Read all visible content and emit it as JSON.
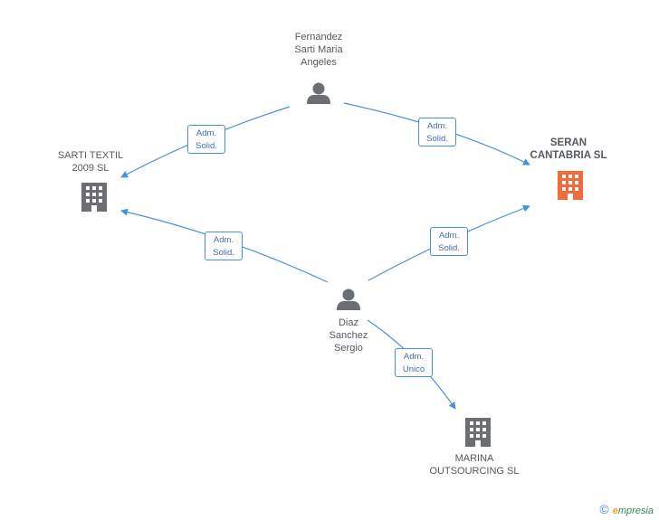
{
  "nodes": {
    "fernandez": {
      "label": "Fernandez\nSarti Maria\nAngeles",
      "type": "person"
    },
    "sarti_textil": {
      "label": "SARTI TEXTIL\n2009 SL",
      "type": "company"
    },
    "seran": {
      "label": "SERAN\nCANTABRIA SL",
      "type": "company",
      "highlight_color": "#f26b3a"
    },
    "diaz": {
      "label": "Diaz\nSanchez\nSergio",
      "type": "person"
    },
    "marina": {
      "label": "MARINA\nOUTSOURCING SL",
      "type": "company"
    }
  },
  "edges": [
    {
      "from": "fernandez",
      "to": "sarti_textil",
      "line1": "Adm.",
      "line2": "Solid."
    },
    {
      "from": "fernandez",
      "to": "seran",
      "line1": "Adm.",
      "line2": "Solid."
    },
    {
      "from": "diaz",
      "to": "sarti_textil",
      "line1": "Adm.",
      "line2": "Solid."
    },
    {
      "from": "diaz",
      "to": "seran",
      "line1": "Adm.",
      "line2": "Solid."
    },
    {
      "from": "diaz",
      "to": "marina",
      "line1": "Adm.",
      "line2": "Unico"
    }
  ],
  "colors": {
    "edge": "#4a90d9",
    "node_gray": "#6b6e72",
    "focus": "#f26b3a"
  },
  "brand": {
    "copyright_symbol": "©",
    "name_initial": "e",
    "name_rest": "mpresia"
  }
}
